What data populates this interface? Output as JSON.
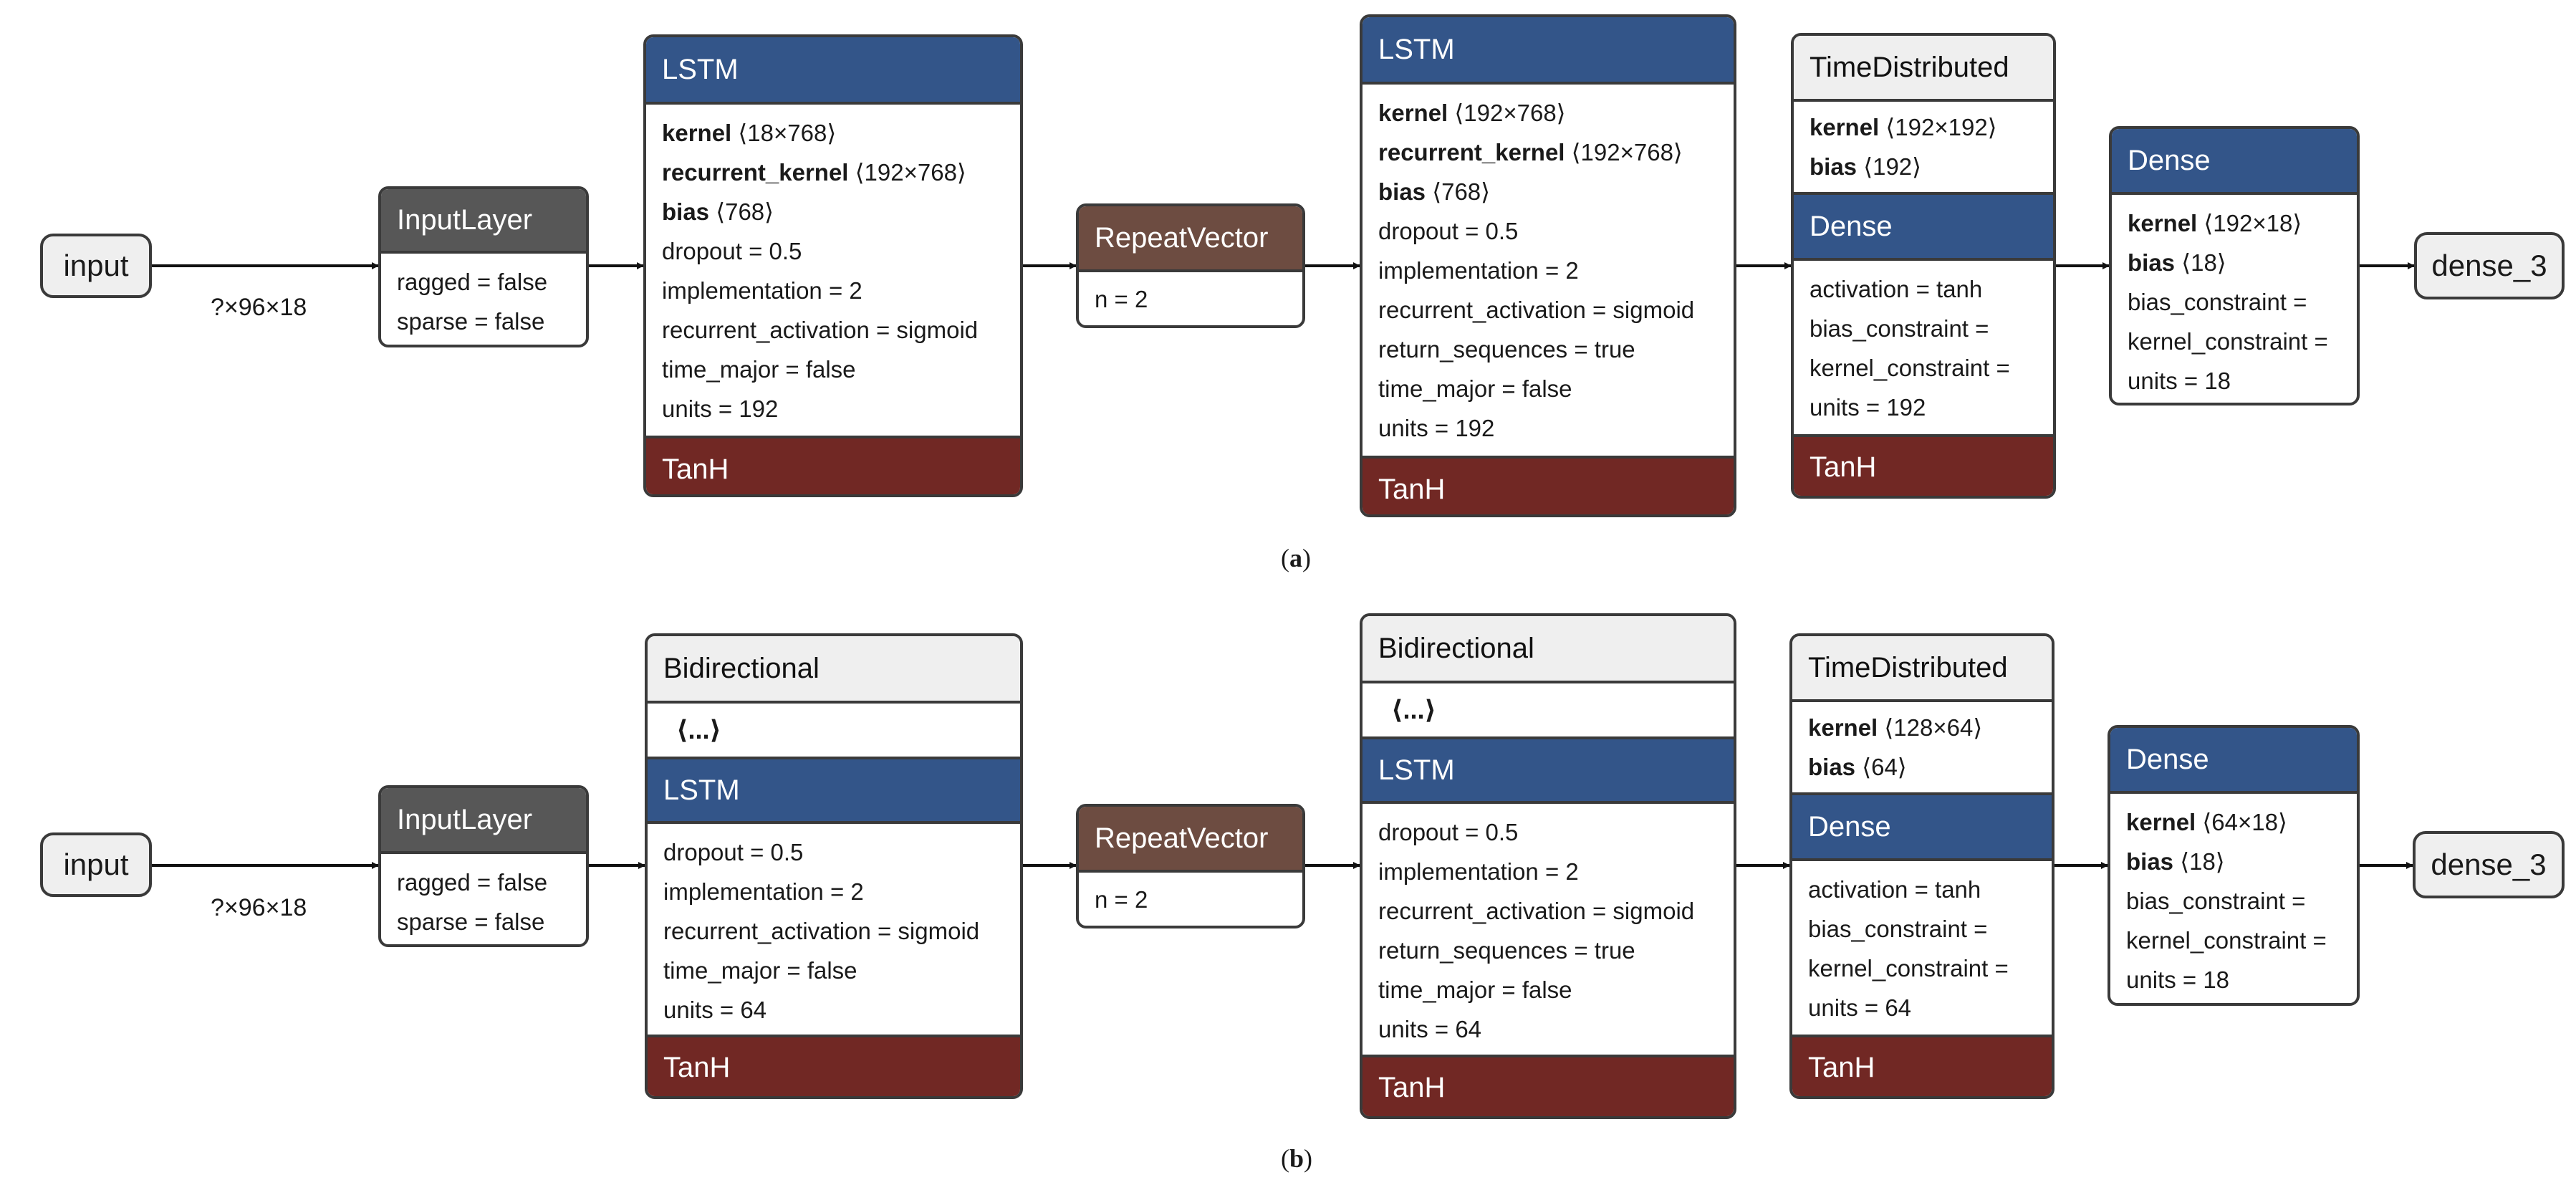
{
  "diagrams": [
    {
      "caption_letter": "a",
      "input_label": "input",
      "shape_label": "?×96×18",
      "input_layer": {
        "title": "InputLayer",
        "props": [
          "ragged = false",
          "sparse = false"
        ]
      },
      "lstm1": {
        "title": "LSTM",
        "weights": [
          {
            "name": "kernel",
            "shape": "⟨18×768⟩"
          },
          {
            "name": "recurrent_kernel",
            "shape": "⟨192×768⟩"
          },
          {
            "name": "bias",
            "shape": "⟨768⟩"
          }
        ],
        "props": [
          "dropout = 0.5",
          "implementation = 2",
          "recurrent_activation = sigmoid",
          "time_major = false",
          "units = 192"
        ],
        "activation": "TanH"
      },
      "repeat": {
        "title": "RepeatVector",
        "props": [
          "n = 2"
        ]
      },
      "lstm2": {
        "title": "LSTM",
        "weights": [
          {
            "name": "kernel",
            "shape": "⟨192×768⟩"
          },
          {
            "name": "recurrent_kernel",
            "shape": "⟨192×768⟩"
          },
          {
            "name": "bias",
            "shape": "⟨768⟩"
          }
        ],
        "props": [
          "dropout = 0.5",
          "implementation = 2",
          "recurrent_activation = sigmoid",
          "return_sequences = true",
          "time_major = false",
          "units = 192"
        ],
        "activation": "TanH"
      },
      "timedist": {
        "title": "TimeDistributed",
        "weights": [
          {
            "name": "kernel",
            "shape": "⟨192×192⟩"
          },
          {
            "name": "bias",
            "shape": "⟨192⟩"
          }
        ],
        "inner_title": "Dense",
        "props": [
          "activation = tanh",
          "bias_constraint =",
          "kernel_constraint =",
          "units = 192"
        ],
        "activation": "TanH"
      },
      "dense": {
        "title": "Dense",
        "weights": [
          {
            "name": "kernel",
            "shape": "⟨192×18⟩"
          },
          {
            "name": "bias",
            "shape": "⟨18⟩"
          }
        ],
        "props": [
          "bias_constraint =",
          "kernel_constraint =",
          "units = 18"
        ]
      },
      "output_label": "dense_3"
    },
    {
      "caption_letter": "b",
      "input_label": "input",
      "shape_label": "?×96×18",
      "input_layer": {
        "title": "InputLayer",
        "props": [
          "ragged = false",
          "sparse = false"
        ]
      },
      "bidir1": {
        "title": "Bidirectional",
        "ellipsis": "⟨...⟩",
        "inner_title": "LSTM",
        "props": [
          "dropout = 0.5",
          "implementation = 2",
          "recurrent_activation = sigmoid",
          "time_major = false",
          "units = 64"
        ],
        "activation": "TanH"
      },
      "repeat": {
        "title": "RepeatVector",
        "props": [
          "n = 2"
        ]
      },
      "bidir2": {
        "title": "Bidirectional",
        "ellipsis": "⟨...⟩",
        "inner_title": "LSTM",
        "props": [
          "dropout = 0.5",
          "implementation = 2",
          "recurrent_activation = sigmoid",
          "return_sequences = true",
          "time_major = false",
          "units = 64"
        ],
        "activation": "TanH"
      },
      "timedist": {
        "title": "TimeDistributed",
        "weights": [
          {
            "name": "kernel",
            "shape": "⟨128×64⟩"
          },
          {
            "name": "bias",
            "shape": "⟨64⟩"
          }
        ],
        "inner_title": "Dense",
        "props": [
          "activation = tanh",
          "bias_constraint =",
          "kernel_constraint =",
          "units = 64"
        ],
        "activation": "TanH"
      },
      "dense": {
        "title": "Dense",
        "weights": [
          {
            "name": "kernel",
            "shape": "⟨64×18⟩"
          },
          {
            "name": "bias",
            "shape": "⟨18⟩"
          }
        ],
        "props": [
          "bias_constraint =",
          "kernel_constraint =",
          "units = 18"
        ]
      },
      "output_label": "dense_3"
    }
  ]
}
